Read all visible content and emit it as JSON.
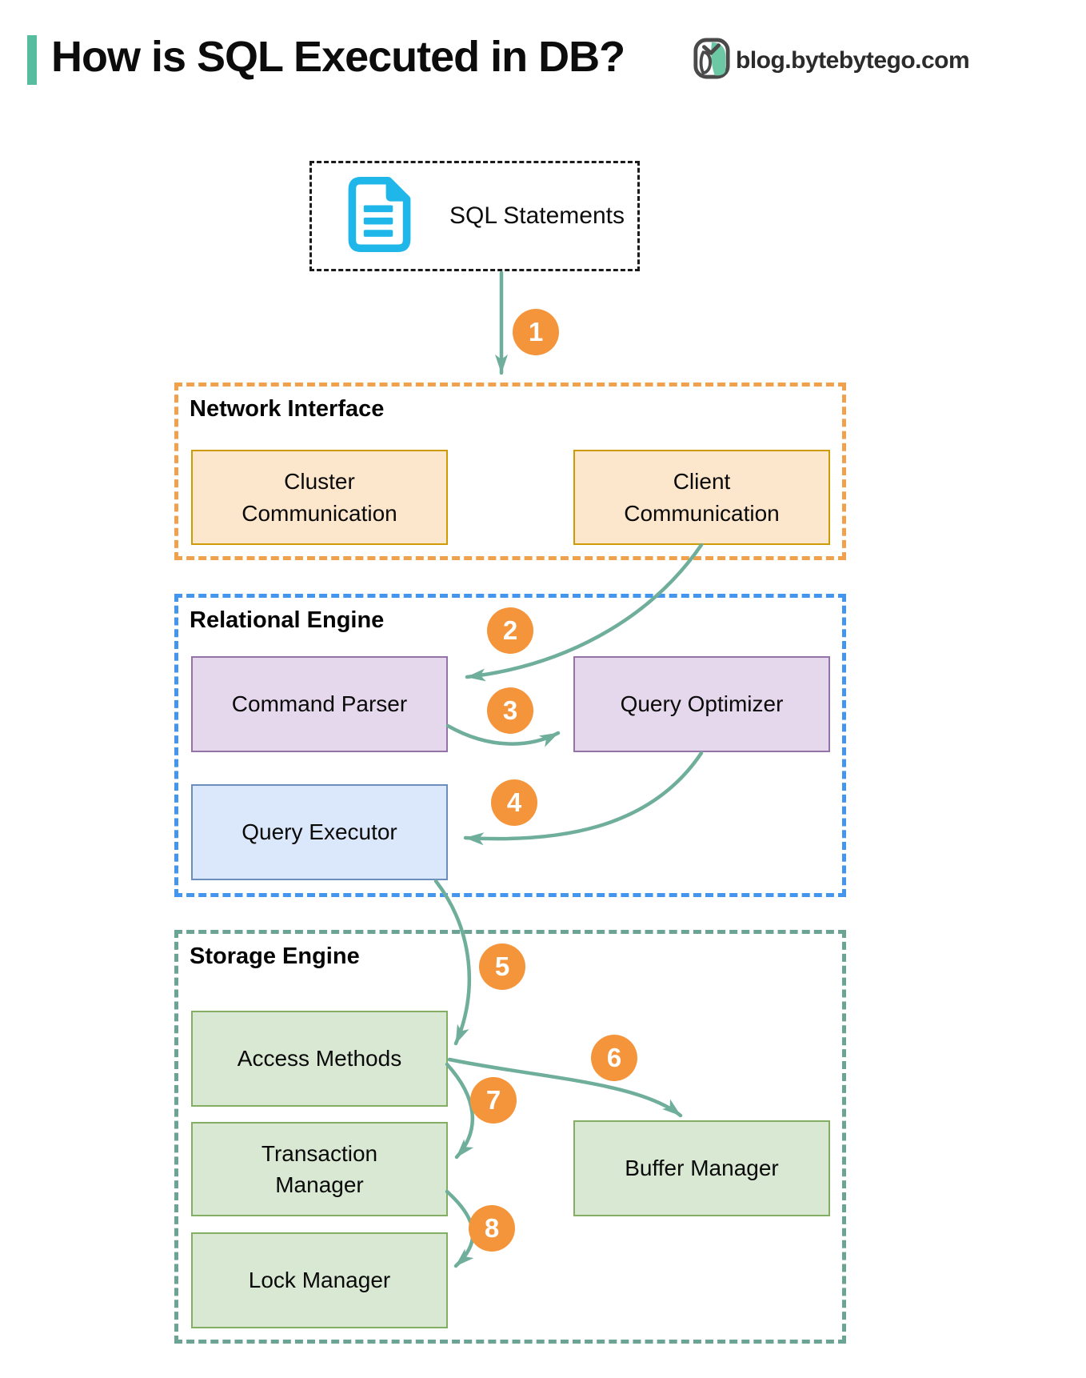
{
  "header": {
    "title": "How is SQL Executed in DB?",
    "logo_text": "blog.bytebytego.com"
  },
  "source_box": {
    "label": "SQL Statements",
    "icon": "document-icon"
  },
  "sections": {
    "network": {
      "label": "Network Interface"
    },
    "relational": {
      "label": "Relational Engine"
    },
    "storage": {
      "label": "Storage Engine"
    }
  },
  "nodes": {
    "cluster": {
      "label": "Cluster\nCommunication"
    },
    "client": {
      "label": "Client\nCommunication"
    },
    "command_parser": {
      "label": "Command Parser"
    },
    "query_optimizer": {
      "label": "Query Optimizer"
    },
    "query_executor": {
      "label": "Query Executor"
    },
    "access_methods": {
      "label": "Access Methods"
    },
    "transaction_manager": {
      "label": "Transaction\nManager"
    },
    "lock_manager": {
      "label": "Lock Manager"
    },
    "buffer_manager": {
      "label": "Buffer Manager"
    }
  },
  "badges": [
    "1",
    "2",
    "3",
    "4",
    "5",
    "6",
    "7",
    "8"
  ],
  "theme": {
    "accent": "#57BD9E",
    "arrow": "#6FAE9B",
    "badge": "#F5953B",
    "network_border": "#EFA14E",
    "relational_border": "#4495EE",
    "storage_border": "#6BA395",
    "doc_icon": "#1FB7E9",
    "peach_fill": "#FCE6CC",
    "peach_stroke": "#CF9B04",
    "purple_fill": "#E5D8EC",
    "purple_stroke": "#9673A6",
    "blue_fill": "#DBE8FB",
    "blue_stroke": "#6C8EBF",
    "green_fill": "#D9E8D3",
    "green_stroke": "#83AE63"
  }
}
